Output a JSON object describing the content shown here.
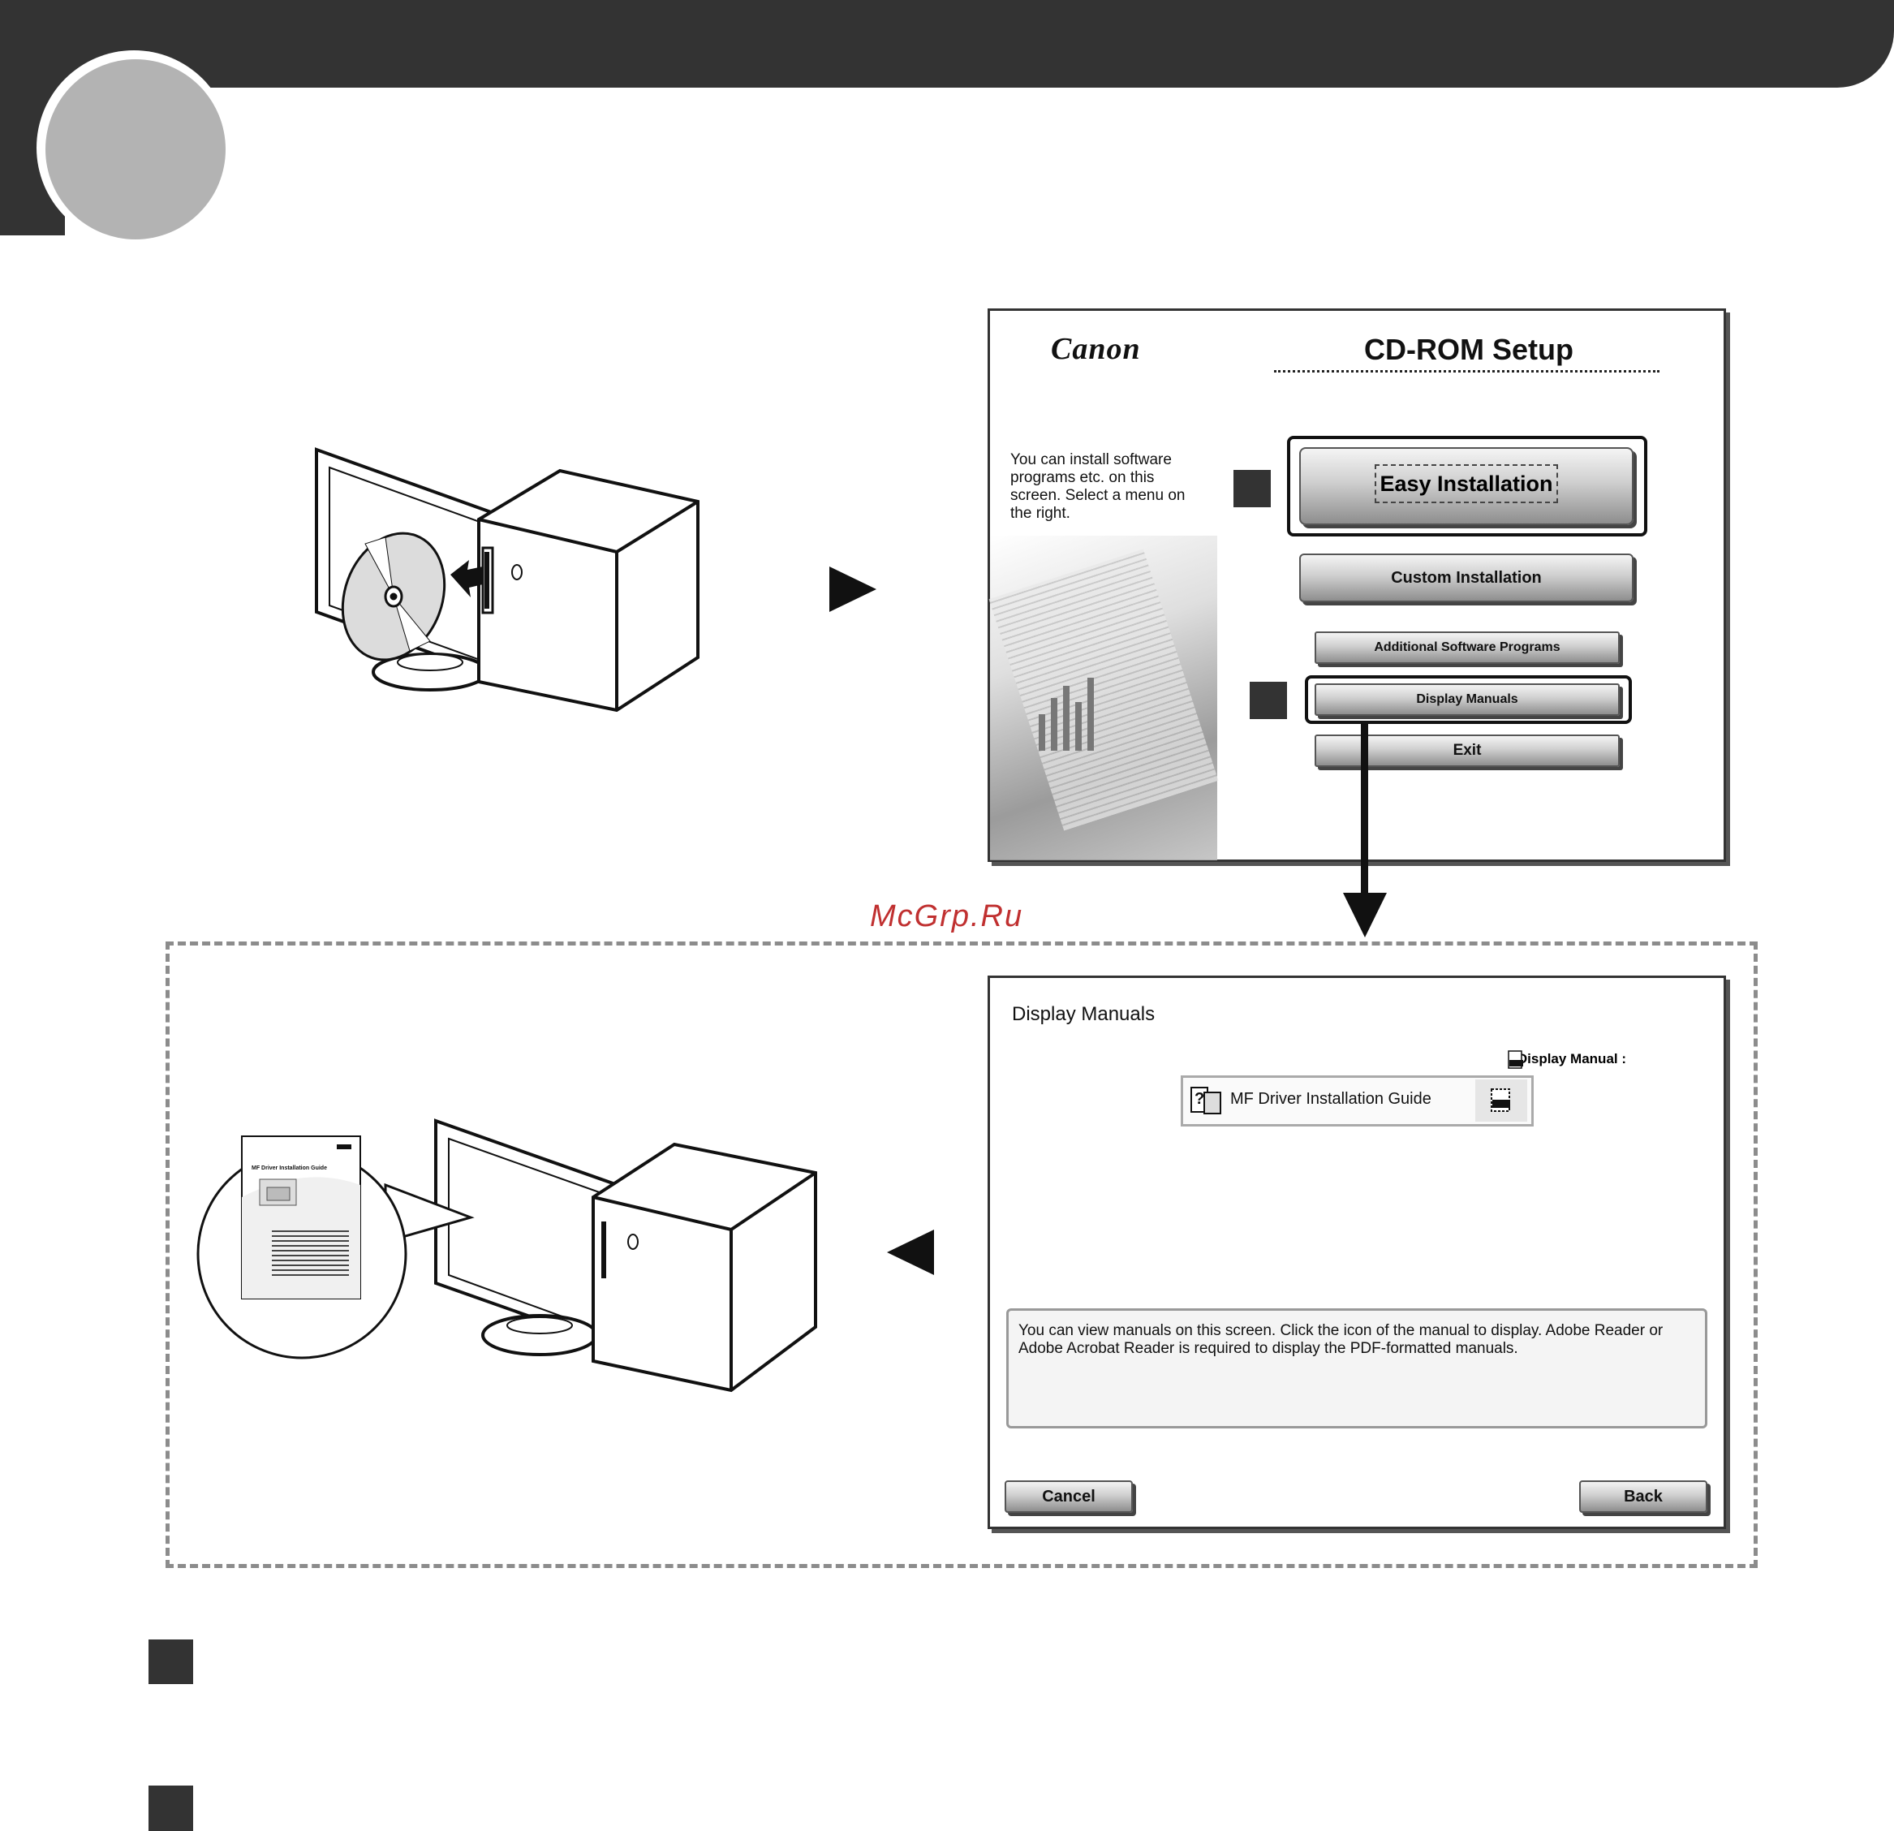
{
  "setup": {
    "logo": "Canon",
    "title": "CD-ROM Setup",
    "description": "You can install software programs etc. on this screen. Select a menu on the right.",
    "buttons": {
      "easy": "Easy Installation",
      "custom": "Custom Installation",
      "additional": "Additional Software Programs",
      "display": "Display Manuals",
      "exit": "Exit"
    }
  },
  "watermark": "McGrp.Ru",
  "manuals": {
    "title": "Display Manuals",
    "column_header": "Display Manual :",
    "guide_label": "MF Driver Installation Guide",
    "info_text": "You can view manuals on this screen. Click the icon of the manual to display. Adobe Reader or Adobe Acrobat Reader is required to display the PDF-formatted manuals.",
    "cancel": "Cancel",
    "back": "Back"
  },
  "illustration": {
    "manual_cover_title": "MF Driver Installation Guide"
  },
  "icons": [
    "cd-icon",
    "computer-icon",
    "manual-book-icon",
    "pdf-icon",
    "help-book-icon"
  ]
}
